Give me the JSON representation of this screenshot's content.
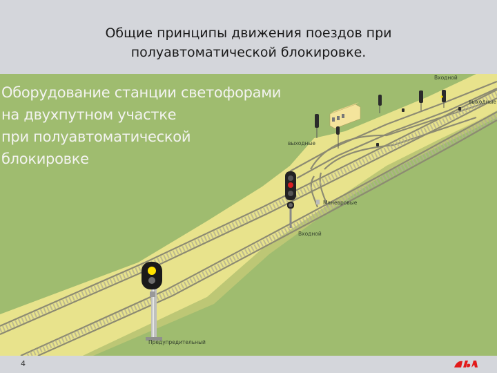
{
  "slide": {
    "title": "Общие принципы движения поездов при\nполуавтоматической блокировке.",
    "page_number": "4"
  },
  "figure": {
    "heading": "Оборудование станции светофорами\nна двухпутном участке\nпри полуавтоматической\nблокировке",
    "labels": {
      "entry_top": "Входной",
      "exit_right": "выходные",
      "exit_left": "выходные",
      "shunting": "Маневровые",
      "entry_mid": "Входной",
      "warning": "Предупредительный"
    }
  },
  "colors": {
    "background_green": "#9fbc6f",
    "embankment_yellow": "#e8e38c",
    "track_gray": "#8c8a72",
    "signal_yellow": "#ffe200",
    "signal_red": "#d82020",
    "logo_red": "#e21a1a"
  },
  "logo": {
    "name": "rzd-logo"
  }
}
